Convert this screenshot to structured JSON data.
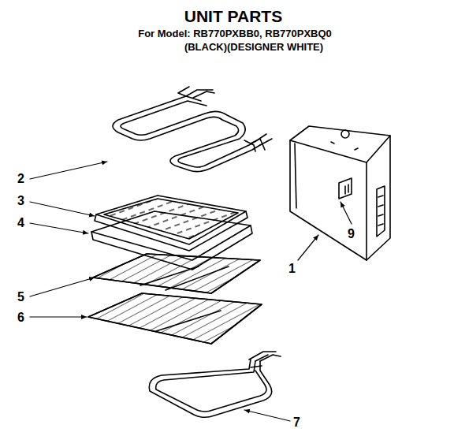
{
  "diagram": {
    "title": "UNIT PARTS",
    "labels": [
      "For Model: RB770PXBB0, RB770PXBQ0",
      "(BLACK)(DESIGNER WHITE)",
      "2",
      "3",
      "4",
      "5",
      "6",
      "7",
      "1",
      "9"
    ]
  }
}
